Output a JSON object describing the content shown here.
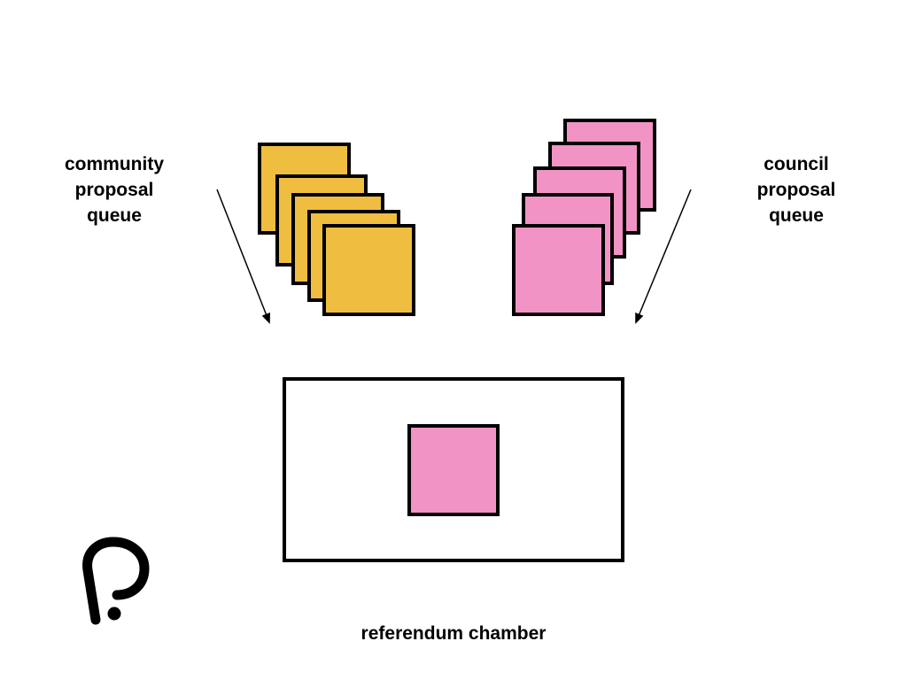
{
  "labels": {
    "community_queue": "community\nproposal\nqueue",
    "council_queue": "council\nproposal\nqueue",
    "referendum_chamber": "referendum chamber"
  },
  "colors": {
    "community_card": "#efbe41",
    "council_card": "#f193c5",
    "referendum_item": "#f193c5"
  },
  "queues": {
    "community_card_count": 5,
    "council_card_count": 5
  },
  "logo": {
    "icon": "polkadot-logo-icon"
  }
}
